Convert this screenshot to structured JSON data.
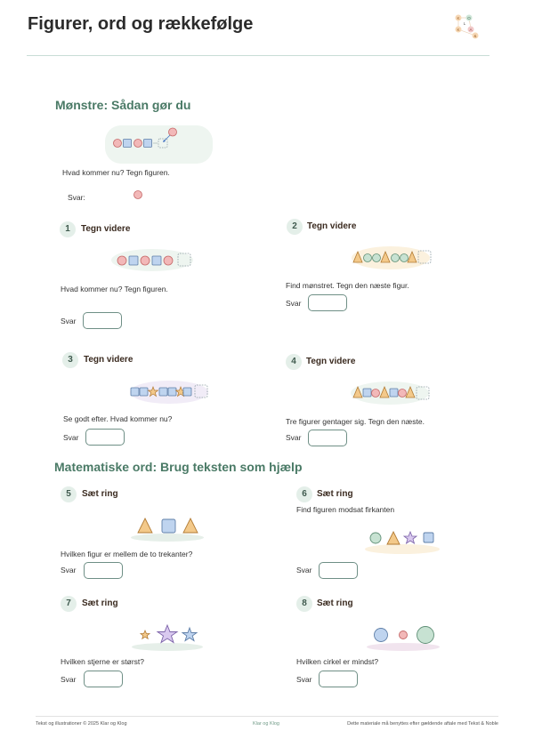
{
  "header": {
    "title": "Figurer, ord og rækkefølge",
    "logo_letters": [
      "K",
      "O",
      "L",
      "K",
      "A",
      "&"
    ],
    "colors": {
      "accent": "#4a7a66",
      "rule": "#c8ddd6"
    }
  },
  "section1": {
    "title": "Mønstre: Sådan gør du",
    "example": {
      "pattern_icons": [
        "circle-pink",
        "square-blue",
        "circle-pink",
        "square-blue",
        "dashed-slot"
      ],
      "hint_icon": "circle-pink",
      "question": "Hvad kommer nu? Tegn figuren.",
      "answer_label": "Svar:",
      "answer_icon": "circle-pink"
    },
    "tasks": [
      {
        "number": "1",
        "heading": "Tegn videre",
        "question": "Hvad kommer nu? Tegn figuren.",
        "answer_label": "Svar",
        "pattern": [
          "circle-pink",
          "square-blue",
          "circle-pink",
          "square-blue",
          "circle-pink",
          "dashed-slot"
        ]
      },
      {
        "number": "2",
        "heading": "Tegn videre",
        "question": "Find mønstret. Tegn den næste figur.",
        "answer_label": "Svar",
        "pattern": [
          "triangle-orange",
          "circle-green",
          "circle-green",
          "triangle-orange",
          "circle-green",
          "circle-green",
          "triangle-orange",
          "dashed-slot"
        ]
      },
      {
        "number": "3",
        "heading": "Tegn videre",
        "question": "Se godt efter. Hvad kommer nu?",
        "answer_label": "Svar",
        "pattern": [
          "square-blue",
          "square-blue",
          "star-orange",
          "square-blue",
          "square-blue",
          "star-orange",
          "square-blue",
          "dashed-slot"
        ]
      },
      {
        "number": "4",
        "heading": "Tegn videre",
        "question": "Tre figurer gentager sig. Tegn den næste.",
        "answer_label": "Svar",
        "pattern": [
          "triangle-orange",
          "square-blue",
          "circle-pink",
          "triangle-orange",
          "square-blue",
          "circle-pink",
          "triangle-orange",
          "dashed-slot"
        ]
      }
    ]
  },
  "section2": {
    "title": "Matematiske ord: Brug teksten som hjælp",
    "tasks": [
      {
        "number": "5",
        "heading": "Sæt ring",
        "question": "Hvilken figur er mellem de to trekanter?",
        "answer_label": "Svar",
        "figures": [
          "triangle-orange",
          "square-blue",
          "triangle-orange"
        ]
      },
      {
        "number": "6",
        "heading": "Sæt ring",
        "instruction": "Find figuren modsat firkanten",
        "answer_label": "Svar",
        "figures": [
          "circle-green",
          "triangle-orange",
          "star-purple",
          "square-blue"
        ]
      },
      {
        "number": "7",
        "heading": "Sæt ring",
        "question": "Hvilken stjerne er størst?",
        "answer_label": "Svar",
        "figures": [
          "star-small-orange",
          "star-large-purple",
          "star-medium-blue"
        ]
      },
      {
        "number": "8",
        "heading": "Sæt ring",
        "question": "Hvilken cirkel er mindst?",
        "answer_label": "Svar",
        "figures": [
          "circle-medium-blue",
          "circle-small-pink",
          "circle-large-green"
        ]
      }
    ]
  },
  "footer": {
    "left": "Tekst og illustrationer © 2025 Klar og Klog",
    "center": "Klar og Klog",
    "right": "Dette materiale må benyttes efter gældende aftale med Tekst & Noble"
  }
}
